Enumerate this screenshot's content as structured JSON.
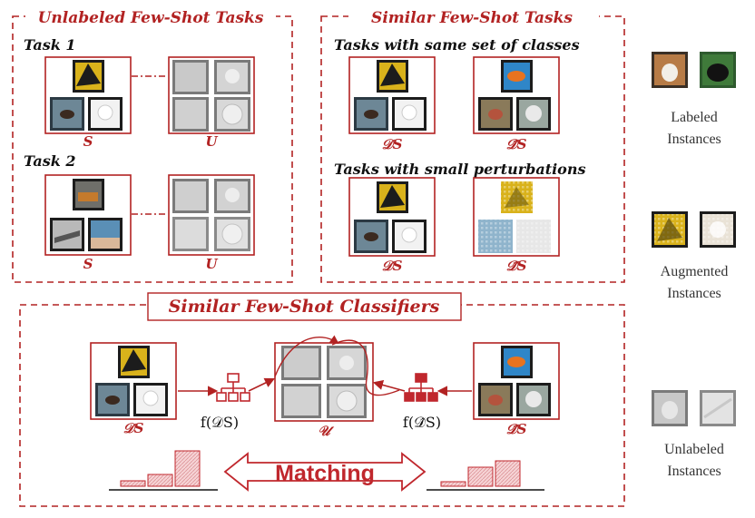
{
  "panels": {
    "unlabeled_title": "Unlabeled Few-Shot Tasks",
    "similar_title": "Similar Few-Shot Tasks",
    "classifiers_title": "Similar Few-Shot Classifiers"
  },
  "unlabeled": {
    "task1": "Task 1",
    "task2": "Task 2",
    "support_label": "S",
    "unlabeled_label": "U"
  },
  "similar": {
    "same_classes": "Tasks with same set of classes",
    "perturbations": "Tasks with small perturbations",
    "ds_label": "𝒟S",
    "ds_hat_label": "𝒟̂S"
  },
  "classifiers": {
    "ds_label": "𝒟S",
    "u_label": "𝒰",
    "ds_hat_label": "𝒟̂S",
    "f_ds": "f(𝒟S)",
    "f_ds_hat": "f(𝒟̂S)",
    "matching": "Matching"
  },
  "legend": {
    "labeled_line1": "Labeled",
    "labeled_line2": "Instances",
    "augmented_line1": "Augmented",
    "augmented_line2": "Instances",
    "unlabeled_line1": "Unlabeled",
    "unlabeled_line2": "Instances"
  },
  "colors": {
    "accent": "#b22222",
    "bar_fill": "#f4c7c9"
  }
}
